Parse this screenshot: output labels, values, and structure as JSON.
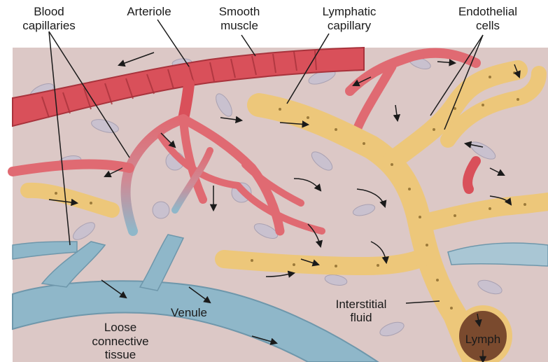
{
  "labels": {
    "blood_capillaries_1": "Blood",
    "blood_capillaries_2": "capillaries",
    "arteriole": "Arteriole",
    "smooth_muscle_1": "Smooth",
    "smooth_muscle_2": "muscle",
    "lymphatic_capillary_1": "Lymphatic",
    "lymphatic_capillary_2": "capillary",
    "endothelial_cells_1": "Endothelial",
    "endothelial_cells_2": "cells",
    "venule": "Venule",
    "loose_connective_tissue_1": "Loose",
    "loose_connective_tissue_2": "connective",
    "loose_connective_tissue_3": "tissue",
    "interstitial_fluid_1": "Interstitial",
    "interstitial_fluid_2": "fluid",
    "lymph": "Lymph"
  },
  "colors": {
    "tissue_bg": "#dcc8c6",
    "arteriole": "#d9505a",
    "capillary": "#e06a72",
    "venule": "#8fb7c9",
    "lymphatic": "#edc77a",
    "cell": "#c9c1cf",
    "arrow": "#1a1a1a"
  }
}
